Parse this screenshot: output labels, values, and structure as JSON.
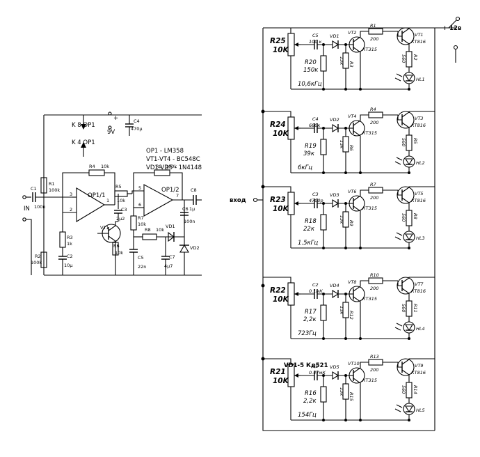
{
  "left_circuit": {
    "supply": {
      "k8_label": "K 8 OP1",
      "k4_label": "K 4 OP1",
      "plus": "+",
      "volt": "9V",
      "c4_name": "C4",
      "c4_value": "470µ"
    },
    "legend": [
      "OP1 - LM358",
      "VT1-VT4 - BC548C",
      "VD1-VD5 - 1N4148"
    ],
    "input_label": "IN",
    "opamps": [
      {
        "name": "OP1/1",
        "pin_plus": "3",
        "pin_minus": "2",
        "pin_out": "1"
      },
      {
        "name": "OP1/2",
        "pin_plus": "5",
        "pin_minus": "6",
        "pin_out": "7"
      }
    ],
    "components": {
      "c1": {
        "name": "C1",
        "value": "100n"
      },
      "r1": {
        "name": "R1",
        "value": "100k"
      },
      "r2": {
        "name": "R2",
        "value": "100k"
      },
      "r3": {
        "name": "R3",
        "value": "1k"
      },
      "c2": {
        "name": "C2",
        "value": "10µ"
      },
      "r4": {
        "name": "R4",
        "value": "10k"
      },
      "r5": {
        "name": "R5",
        "value": "10k"
      },
      "c3": {
        "name": "C3",
        "value": "2µ2"
      },
      "vt1": {
        "name": "VT1"
      },
      "r6": {
        "name": "R6",
        "value": "10k"
      },
      "r7": {
        "name": "R7",
        "value": "10k"
      },
      "c5": {
        "name": "C5",
        "value": "22n"
      },
      "r8": {
        "name": "R8",
        "value": "10k"
      },
      "r9": {
        "name": "R9",
        "value": "100k"
      },
      "c6": {
        "name": "C6",
        "value": "100n"
      },
      "c6b": {
        "value": "1µ"
      },
      "c7": {
        "name": "C7",
        "value": "4µ7"
      },
      "c8": {
        "name": "C8"
      },
      "vd1": {
        "name": "VD1"
      },
      "vd2": {
        "name": "VD2"
      }
    }
  },
  "right_circuit": {
    "supply_label": "+ 12в",
    "input_label": "вход",
    "diode_note": "VD1-5  Кд521",
    "channels": [
      {
        "pot_name": "R25",
        "pot_value": "10K",
        "cap_name": "C5",
        "cap_value": "100 к",
        "res_name": "R20",
        "res_value": "150к",
        "freq": "10,6кГц",
        "diode": "VD1",
        "t_small": "VT2",
        "t_small_type": "КТ315",
        "base_res": "R1",
        "base_res_value": "200",
        "t_big": "VT1",
        "t_big_type": "КТ816",
        "be_res": "R3",
        "be_res_value": "13к",
        "led_res": "R2",
        "led_res_value": "560",
        "led": "HL1"
      },
      {
        "pot_name": "R24",
        "pot_value": "10K",
        "cap_name": "C4",
        "cap_value": "680к",
        "res_name": "R19",
        "res_value": "39к",
        "freq": "6кГц",
        "diode": "VD2",
        "t_small": "VT4",
        "t_small_type": "КТ315",
        "base_res": "R4",
        "base_res_value": "200",
        "t_big": "VT3",
        "t_big_type": "КТ816",
        "be_res": "R6",
        "be_res_value": "13к",
        "led_res": "R5",
        "led_res_value": "560",
        "led": "HL2"
      },
      {
        "pot_name": "R23",
        "pot_value": "10K",
        "cap_name": "C3",
        "cap_value": "4700р",
        "res_name": "R18",
        "res_value": "22к",
        "freq": "1.5кГц",
        "diode": "VD3",
        "t_small": "VT6",
        "t_small_type": "КТ315",
        "base_res": "R7",
        "base_res_value": "200",
        "t_big": "VT5",
        "t_big_type": "КТ816",
        "be_res": "R9",
        "be_res_value": "13к",
        "led_res": "R8",
        "led_res_value": "560",
        "led": "HL3"
      },
      {
        "pot_name": "R22",
        "pot_value": "10K",
        "cap_name": "C2",
        "cap_value": "0.1мК",
        "res_name": "R17",
        "res_value": "2,2к",
        "freq": "723Гц",
        "diode": "VD4",
        "t_small": "VT8",
        "t_small_type": "КТ315",
        "base_res": "R10",
        "base_res_value": "200",
        "t_big": "VT7",
        "t_big_type": "КТ816",
        "be_res": "R12",
        "be_res_value": "13к",
        "led_res": "R11",
        "led_res_value": "560",
        "led": "HL4"
      },
      {
        "pot_name": "R21",
        "pot_value": "10K",
        "cap_name": "C1",
        "cap_value": "0.47мК",
        "res_name": "R16",
        "res_value": "2,2к",
        "freq": "154Гц",
        "diode": "VD5",
        "t_small": "VT10",
        "t_small_type": "КТ315",
        "base_res": "R13",
        "base_res_value": "200",
        "t_big": "VT9",
        "t_big_type": "КТ816",
        "be_res": "R15",
        "be_res_value": "13к",
        "led_res": "R14",
        "led_res_value": "560",
        "led": "HL5"
      }
    ]
  }
}
